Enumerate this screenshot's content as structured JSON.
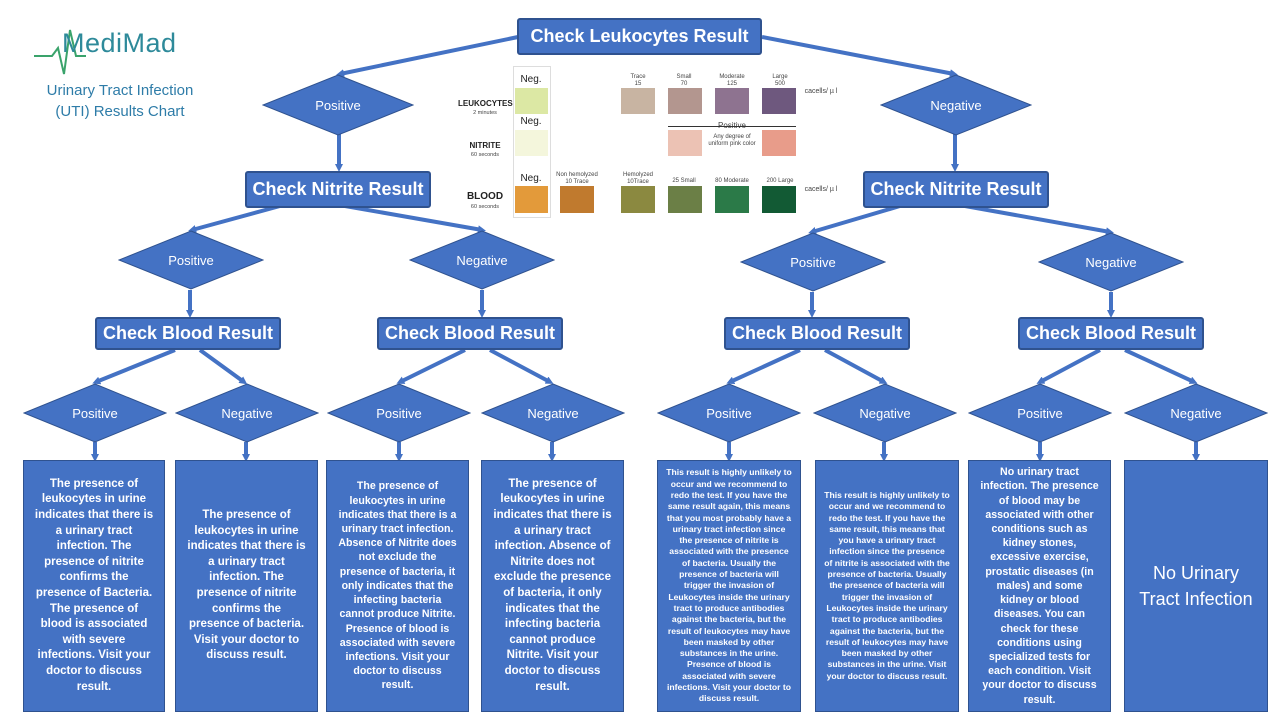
{
  "brand": {
    "name": "MediMad",
    "subtitle_line1": "Urinary Tract Infection",
    "subtitle_line2": "(UTI) Results Chart"
  },
  "nodes": {
    "leukocytes": "Check Leukocytes Result",
    "nitrite": "Check Nitrite Result",
    "blood": "Check Blood Result",
    "positive": "Positive",
    "negative": "Negative"
  },
  "strip": {
    "leukocytes": {
      "label": "LEUKOCYTES",
      "time": "2 minutes",
      "neg": "Neg.",
      "levels": [
        {
          "name": "Trace",
          "value": "15"
        },
        {
          "name": "Small",
          "value": "70"
        },
        {
          "name": "Moderate",
          "value": "125"
        },
        {
          "name": "Large",
          "value": "500"
        }
      ],
      "unit": "cacells/ µ l",
      "colors": [
        "#dce8a4",
        "#c8b4a2",
        "#b3968f",
        "#8e7390",
        "#6e587e"
      ]
    },
    "nitrite": {
      "label": "NITRITE",
      "time": "60 seconds",
      "neg": "Neg.",
      "positive": "Positive",
      "note": "Any degree of uniform pink color",
      "colors": [
        "#f4f6dc",
        "#ecc2b4",
        "#e89c8a"
      ]
    },
    "blood": {
      "label": "BLOOD",
      "time": "60 seconds",
      "neg": "Neg.",
      "levels": [
        {
          "name": "Non hemolyzed",
          "value": "10 Trace"
        },
        {
          "name": "Hemolyzed",
          "value": "10Trace"
        },
        {
          "name": "",
          "value": "25 Small"
        },
        {
          "name": "",
          "value": "80 Moderate"
        },
        {
          "name": "",
          "value": "200 Large"
        }
      ],
      "unit": "cacells/ µ l",
      "colors": [
        "#e39a3a",
        "#c07a2e",
        "#8b8940",
        "#6b7f46",
        "#2b7a48",
        "#125a34"
      ]
    }
  },
  "results": [
    "The presence of leukocytes in urine indicates that there is a urinary tract infection. The presence of nitrite confirms the presence of Bacteria. The presence of blood is associated with severe infections. Visit your doctor to discuss result.",
    "The presence of leukocytes in urine indicates that there is a urinary tract infection. The presence of nitrite confirms the presence of bacteria. Visit your doctor to discuss result.",
    "The presence of leukocytes in urine indicates that there is a urinary tract infection. Absence of Nitrite does not exclude the presence of bacteria, it only indicates that the infecting bacteria cannot produce Nitrite. Presence of blood is associated with severe infections. Visit your doctor to discuss result.",
    "The presence of leukocytes in urine indicates that there is a urinary tract infection. Absence of Nitrite does not exclude the presence of bacteria, it only indicates that the infecting bacteria cannot produce Nitrite. Visit your doctor to discuss result.",
    "This result is highly unlikely to occur and we recommend to redo the test. If you have the same result again, this means that you most probably have a urinary tract infection since the presence of nitrite is associated with the presence of bacteria. Usually the presence of bacteria will trigger the invasion of Leukocytes inside the urinary tract to produce antibodies against the bacteria, but the result of leukocytes may have been masked by other substances in the urine. Presence of blood is associated with severe infections. Visit your doctor to discuss result.",
    "This result is highly unlikely to occur and we recommend to redo the test. If you have the same result, this means that you have a urinary tract infection since the presence of nitrite is associated with the presence of bacteria. Usually the presence of bacteria will trigger the invasion of Leukocytes inside the urinary tract to produce antibodies against the bacteria, but the result of leukocytes may have been masked by other substances in the urine. Visit your doctor to discuss result.",
    "No urinary tract infection. The presence of blood may be associated with other conditions such as kidney stones, excessive exercise, prostatic diseases (in males) and some kidney or blood diseases. You can check for these conditions using specialized tests for each condition. Visit your doctor to discuss result.",
    "No Urinary Tract Infection"
  ],
  "colors": {
    "node_fill": "#4472c4",
    "node_border": "#2f528f",
    "brand_teal": "#2e8a9a"
  }
}
